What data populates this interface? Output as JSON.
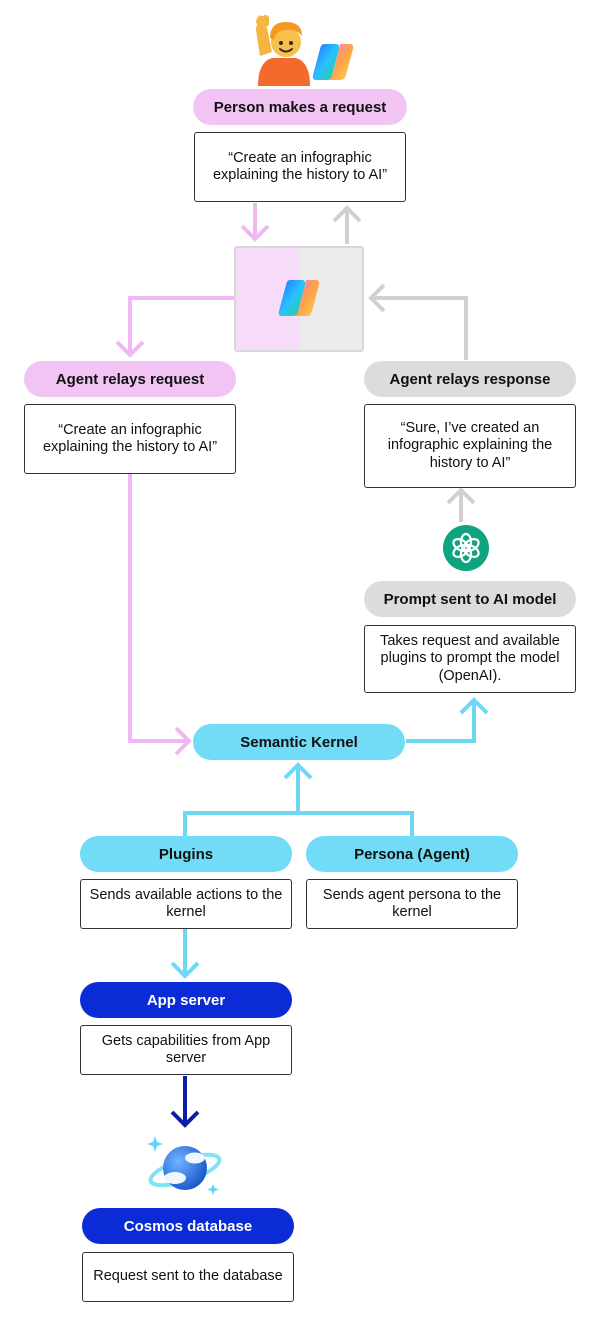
{
  "colors": {
    "pink": "#f2c4f4",
    "grey": "#dcdcdc",
    "cyan": "#72dcf7",
    "navy": "#0b2bd6",
    "pink_arrow": "#f0b8f2",
    "grey_arrow": "#d0d0d0",
    "cyan_arrow": "#6dd8f5",
    "navy_arrow": "#0b1ea8",
    "openai_green": "#10a37f"
  },
  "icons": {
    "person": "waving-person-icon",
    "copilot": "copilot-logo-icon",
    "openai": "openai-logo-icon",
    "cosmos": "cosmos-db-icon"
  },
  "nodes": {
    "person_request": {
      "label": "Person makes a request",
      "text": "“Create an infographic explaining the history to AI”"
    },
    "agent_relays_request": {
      "label": "Agent relays request",
      "text": "“Create an infographic explaining the history to AI”"
    },
    "agent_relays_response": {
      "label": "Agent relays response",
      "text": "“Sure, I’ve created an infographic explaining the history to AI”"
    },
    "prompt_sent": {
      "label": "Prompt sent to AI model",
      "text": "Takes request and available plugins to prompt the model (OpenAI)."
    },
    "semantic_kernel": {
      "label": "Semantic Kernel"
    },
    "plugins": {
      "label": "Plugins",
      "text": "Sends available actions to the kernel"
    },
    "persona": {
      "label": "Persona (Agent)",
      "text": "Sends agent persona to the kernel"
    },
    "app_server": {
      "label": "App server",
      "text": "Gets capabilities from App server"
    },
    "cosmos": {
      "label": "Cosmos database",
      "text": "Request sent to the database"
    }
  }
}
